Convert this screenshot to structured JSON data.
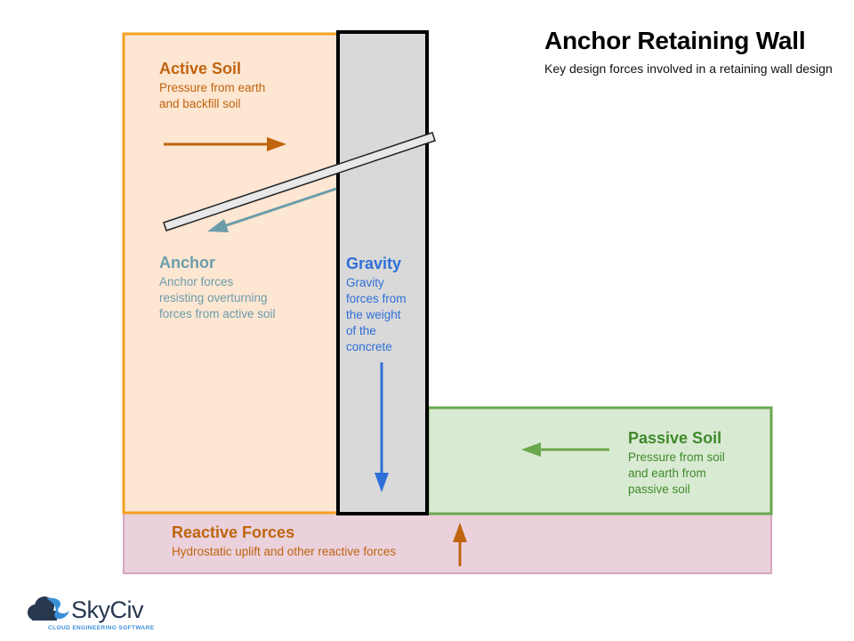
{
  "title": "Anchor Retaining Wall",
  "subtitle": "Key design forces involved in a retaining wall design",
  "active_soil": {
    "heading": "Active Soil",
    "description_line1": "Pressure from earth",
    "description_line2": "and backfill soil",
    "color": "#c0640e",
    "fill": "#fde6d2",
    "border": "#f5a020"
  },
  "anchor": {
    "heading": "Anchor",
    "description_line1": "Anchor forces",
    "description_line2": "resisting overturning",
    "description_line3": "forces from active soil",
    "color": "#6a9daa"
  },
  "gravity": {
    "heading": "Gravity",
    "description_line1": "Gravity",
    "description_line2": "forces from",
    "description_line3": "the weight",
    "description_line4": "of the",
    "description_line5": "concrete",
    "color": "#2e6fd8",
    "wall_fill": "#d9d9d9"
  },
  "passive_soil": {
    "heading": "Passive Soil",
    "description_line1": "Pressure from soil",
    "description_line2": "and earth from",
    "description_line3": "passive soil",
    "color": "#3f8a2a",
    "fill": "#d9ead3",
    "border": "#6aa84f"
  },
  "reactive_forces": {
    "heading": "Reactive Forces",
    "description": "Hydrostatic uplift and other reactive forces",
    "color": "#c0640e",
    "fill": "#ead1dc",
    "border": "#d5a6bd"
  },
  "logo": {
    "name": "SkyCiv",
    "tagline": "CLOUD ENGINEERING SOFTWARE"
  }
}
